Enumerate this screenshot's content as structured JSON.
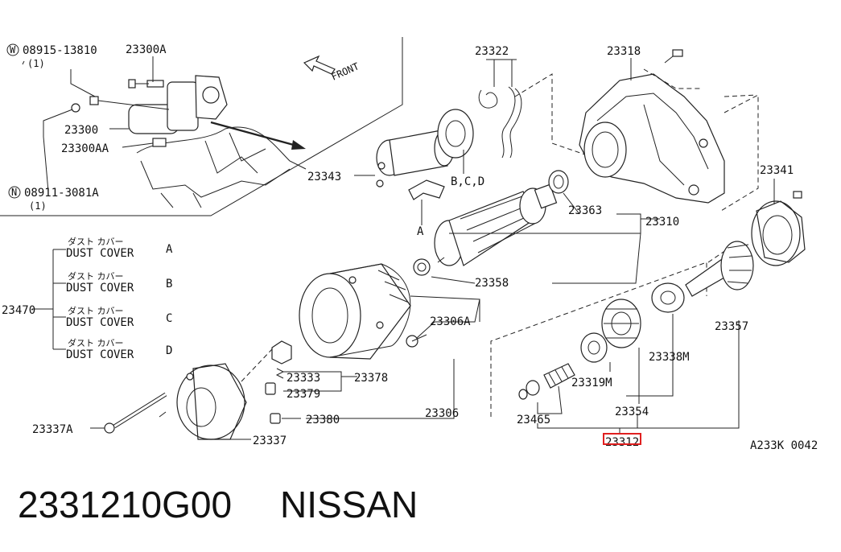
{
  "callouts": {
    "w_bolt": "08915-13810",
    "w_qty": "(1)",
    "starter_asm": "23300A",
    "starter": "23300",
    "starter_aa": "23300AA",
    "n_nut": "08911-3081A",
    "n_qty": "(1)",
    "front": "FRONT",
    "brush_springs": "23322",
    "rear_cover": "23318",
    "solenoid": "23343",
    "bcd": "B,C,D",
    "a": "A",
    "bearing": "23363",
    "armature": "23310",
    "brush_holder": "23341",
    "bearing_2": "23358",
    "pinion_shaft": "23357",
    "yoke_bolt": "23306A",
    "gear_bearing": "23338M",
    "brush_kit": "23333",
    "brush_set": "23378",
    "brush_2": "23379",
    "bolt": "23337A",
    "cap": "23380",
    "yoke": "23306",
    "end_frame": "23337",
    "overrunning_bearing": "23319M",
    "clutch": "23354",
    "pinion_kit": "23465",
    "gear_set": "23312",
    "diagram_code": "A233K 0042"
  },
  "dust_cover": {
    "group_number": "23470",
    "items": [
      {
        "jp": "ダスト カバー",
        "en": "DUST COVER",
        "letter": "A"
      },
      {
        "jp": "ダスト カバー",
        "en": "DUST COVER",
        "letter": "B"
      },
      {
        "jp": "ダスト カバー",
        "en": "DUST COVER",
        "letter": "C"
      },
      {
        "jp": "ダスト カバー",
        "en": "DUST COVER",
        "letter": "D"
      }
    ]
  },
  "markers": {
    "w": "W",
    "n": "N"
  },
  "highlight_color": "#e02020",
  "footer": {
    "part_number": "2331210G00",
    "brand": "NISSAN"
  }
}
